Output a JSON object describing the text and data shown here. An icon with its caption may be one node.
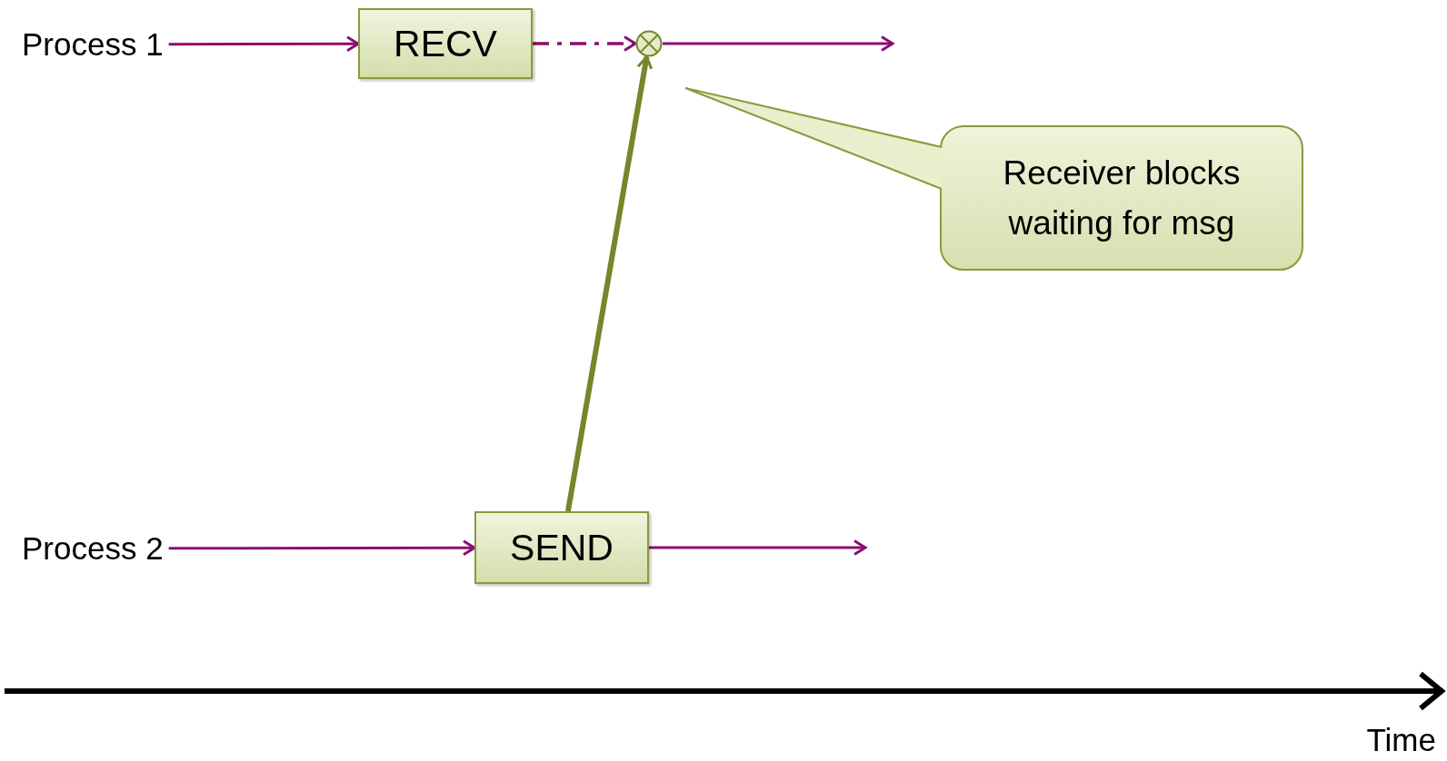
{
  "diagram": {
    "nodes": [
      {
        "text": [
          "Process 1"
        ]
      },
      {
        "text": [
          "RECV"
        ]
      },
      {
        "text": [],
        "shape": "circle"
      },
      {
        "text": [
          "Process 2"
        ]
      },
      {
        "text": [
          "SEND"
        ]
      },
      {
        "text": [
          "Receiver blocks waiting for msg"
        ]
      }
    ],
    "edges": [
      {
        "from": 0,
        "to": 1,
        "arrow": "to"
      },
      {
        "from": 1,
        "to": 2,
        "arrow": "to",
        "style": "dashed"
      },
      {
        "from": 2,
        "to": null,
        "arrow": "to"
      },
      {
        "from": 3,
        "to": 4,
        "arrow": "to"
      },
      {
        "from": 4,
        "to": null,
        "arrow": "to"
      },
      {
        "from": 4,
        "to": 2,
        "arrow": "to",
        "style": "thick",
        "color": "#76862a"
      }
    ],
    "labels": [
      "Time"
    ]
  }
}
